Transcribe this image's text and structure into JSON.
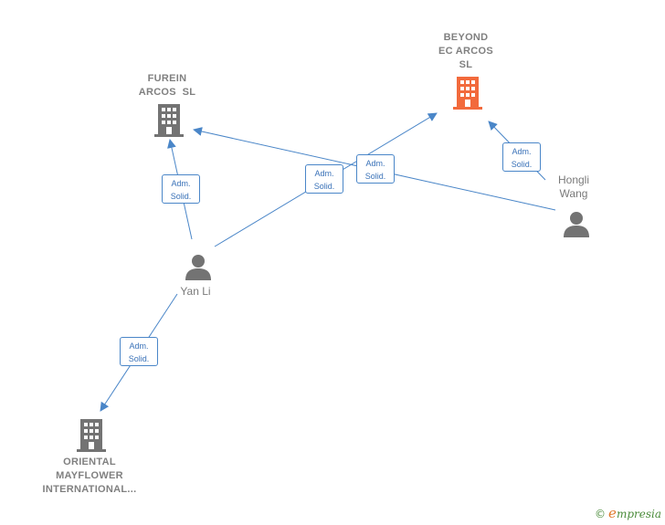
{
  "nodes": {
    "furein": {
      "line1": "FUREIN",
      "line2": "ARCOS  SL"
    },
    "beyond": {
      "line1": "BEYOND",
      "line2": "EC ARCOS",
      "line3": "SL"
    },
    "oriental": {
      "line1": "ORIENTAL",
      "line2": "MAYFLOWER",
      "line3": "INTERNATIONAL..."
    },
    "yanli": {
      "name": "Yan Li"
    },
    "hongli": {
      "line1": "Hongli",
      "line2": "Wang"
    }
  },
  "edge_label": {
    "line1": "Adm.",
    "line2": "Solid."
  },
  "colors": {
    "edge": "#4a86c8",
    "company": "#737373",
    "highlight": "#f26a3c",
    "person": "#737373"
  },
  "icons": {
    "company": "building-icon",
    "person": "person-icon"
  },
  "brand": {
    "copyright": "©",
    "e": "e",
    "name": "mpresia"
  }
}
